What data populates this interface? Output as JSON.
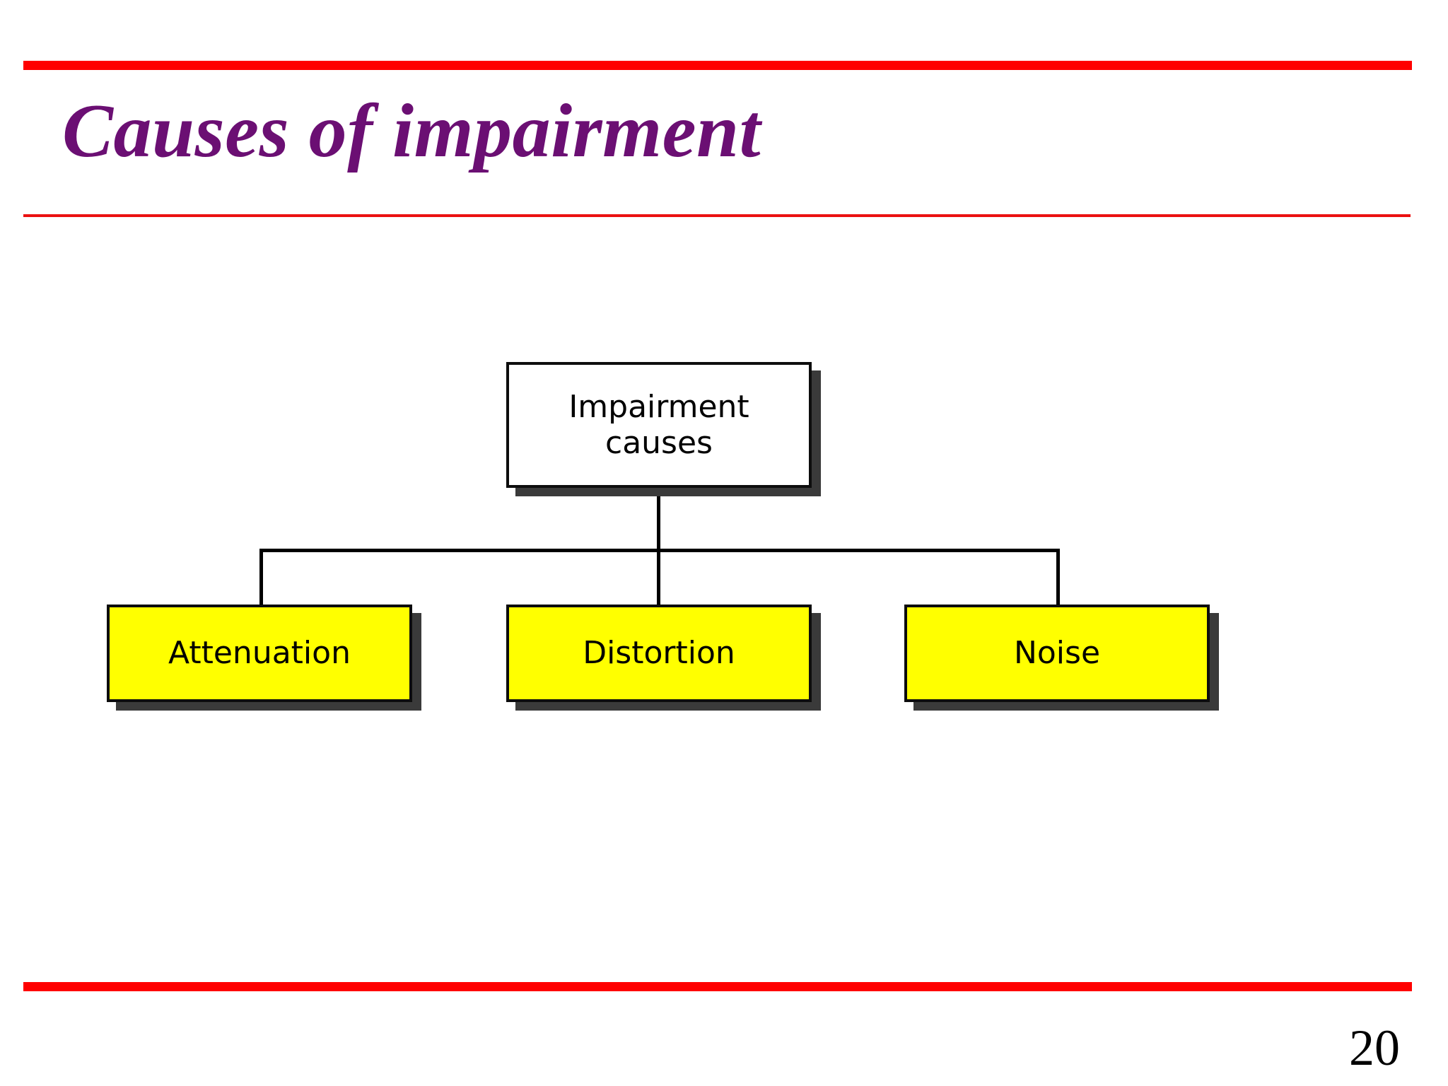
{
  "slide": {
    "title": "Causes of impairment",
    "page_number": "20",
    "colors": {
      "title": "#6B0F73",
      "rule": "#FF0000",
      "leaf_fill": "#FFFF00",
      "node_border": "#0D0D0D",
      "node_shadow": "#3A3A3A",
      "background": "#FFFFFF"
    }
  },
  "diagram": {
    "type": "tree",
    "root": {
      "label": "Impairment\ncauses"
    },
    "children": [
      {
        "label": "Attenuation"
      },
      {
        "label": "Distortion"
      },
      {
        "label": "Noise"
      }
    ]
  }
}
